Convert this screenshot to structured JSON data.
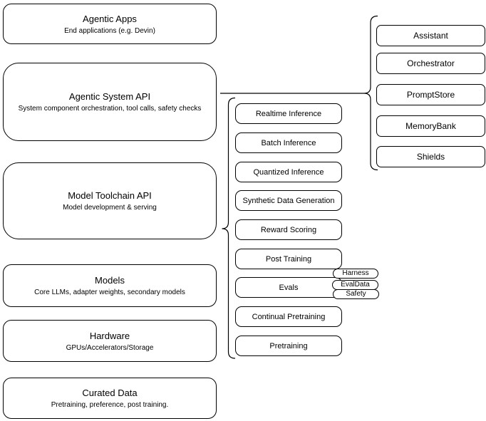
{
  "diagram": {
    "title": "Agentic system architecture diagram",
    "colors": {
      "stroke": "#000000",
      "fill": "#ffffff",
      "text": "#000000"
    },
    "left_stack": [
      {
        "title": "Agentic Apps",
        "subtitle": "End applications (e.g. Devin)"
      },
      {
        "title": "Agentic System API",
        "subtitle": "System component orchestration, tool calls, safety checks"
      },
      {
        "title": "Model Toolchain API",
        "subtitle": "Model development & serving"
      },
      {
        "title": "Models",
        "subtitle": "Core LLMs, adapter weights, secondary models"
      },
      {
        "title": "Hardware",
        "subtitle": "GPUs/Accelerators/Storage"
      },
      {
        "title": "Curated Data",
        "subtitle": "Pretraining, preference, post training."
      }
    ],
    "toolchain_items": [
      {
        "label": "Realtime Inference"
      },
      {
        "label": "Batch Inference"
      },
      {
        "label": "Quantized Inference"
      },
      {
        "label": "Synthetic Data Generation"
      },
      {
        "label": "Reward Scoring"
      },
      {
        "label": "Post Training"
      },
      {
        "label": "Evals"
      },
      {
        "label": "Continual Pretraining"
      },
      {
        "label": "Pretraining"
      }
    ],
    "eval_tags": [
      {
        "label": "Harness"
      },
      {
        "label": "EvalData"
      },
      {
        "label": "Safety"
      }
    ],
    "system_components": [
      {
        "label": "Assistant"
      },
      {
        "label": "Orchestrator"
      },
      {
        "label": "PromptStore"
      },
      {
        "label": "MemoryBank"
      },
      {
        "label": "Shields"
      }
    ]
  }
}
